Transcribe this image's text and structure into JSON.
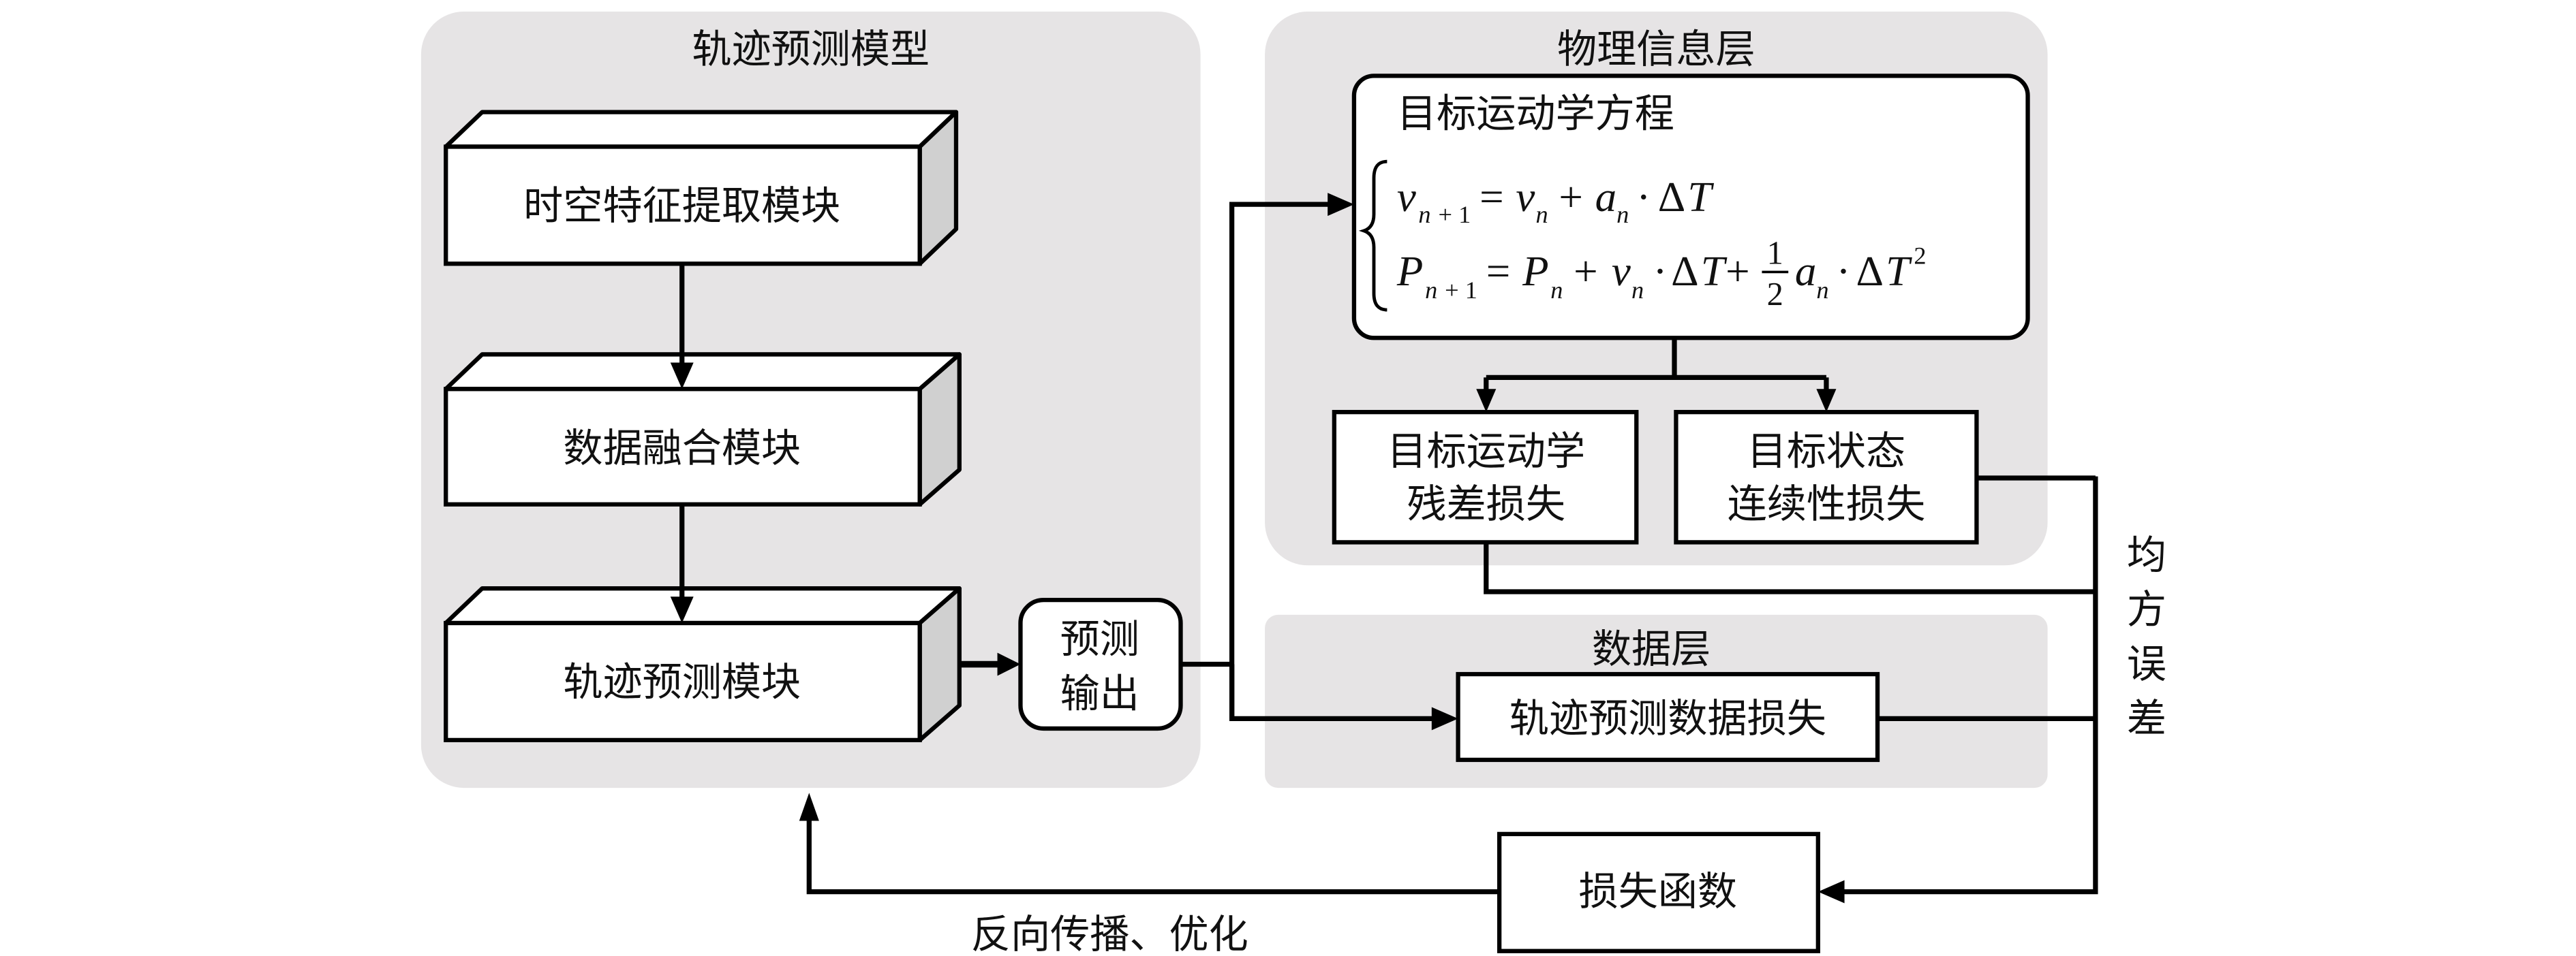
{
  "diagram": {
    "panels": {
      "trajectory_model": {
        "title": "轨迹预测模型"
      },
      "physics_layer": {
        "title": "物理信息层"
      },
      "data_layer": {
        "title": "数据层"
      }
    },
    "modules": [
      {
        "id": "spatiotemporal",
        "label": "时空特征提取模块"
      },
      {
        "id": "fusion",
        "label": "数据融合模块"
      },
      {
        "id": "prediction",
        "label": "轨迹预测模块"
      }
    ],
    "prediction_output": {
      "line1": "预测",
      "line2": "输出"
    },
    "equation_box": {
      "title": "目标运动学方程",
      "eq1": "v_{n+1} = v_n + a_n · ΔT",
      "eq2": "P_{n+1} = P_n + v_n · ΔT + (1/2) a_n · ΔT^2"
    },
    "losses": {
      "kinematic_residual": {
        "line1": "目标运动学",
        "line2": "残差损失"
      },
      "state_continuity": {
        "line1": "目标状态",
        "line2": "连续性损失"
      },
      "trajectory_data": {
        "label": "轨迹预测数据损失"
      }
    },
    "mse_label": [
      "均",
      "方",
      "误",
      "差"
    ],
    "loss_function": {
      "label": "损失函数"
    },
    "backprop_label": "反向传播、优化",
    "colors": {
      "panel": "#e6e4e5",
      "box_side": "#d0d0d0",
      "stroke": "#000000"
    }
  }
}
